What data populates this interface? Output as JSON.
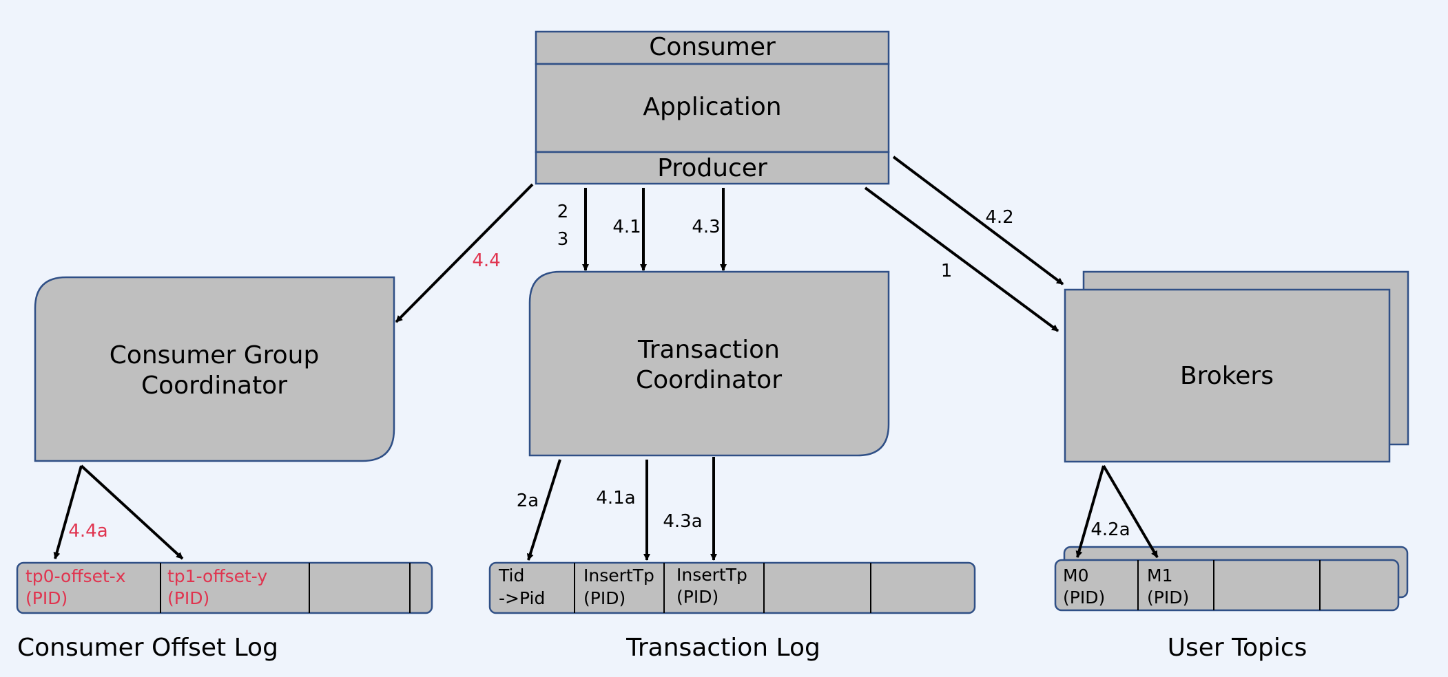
{
  "colors": {
    "background": "#eff4fc",
    "box_fill": "#bfbfbf",
    "box_stroke": "#2f4f86",
    "arrow": "#000000",
    "highlight": "#e0344f",
    "text": "#000000"
  },
  "application": {
    "consumer": "Consumer",
    "application": "Application",
    "producer": "Producer"
  },
  "coordinators": {
    "consumer_group_line1": "Consumer Group",
    "consumer_group_line2": "Coordinator",
    "transaction_line1": "Transaction",
    "transaction_line2": "Coordinator",
    "brokers": "Brokers"
  },
  "arrow_labels": {
    "a2": "2",
    "a3": "3",
    "a41": "4.1",
    "a43": "4.3",
    "a42": "4.2",
    "a1": "1",
    "a44": "4.4",
    "a2a": "2a",
    "a41a": "4.1a",
    "a43a": "4.3a",
    "a44a": "4.4a",
    "a42a": "4.2a"
  },
  "consumer_offset_log": {
    "title": "Consumer Offset Log",
    "cells": [
      {
        "line1": "tp0-offset-x",
        "line2": "(PID)"
      },
      {
        "line1": "tp1-offset-y",
        "line2": "(PID)"
      }
    ]
  },
  "transaction_log": {
    "title": "Transaction Log",
    "cells": [
      {
        "line1": "Tid",
        "line2": "->Pid"
      },
      {
        "line1": "InsertTp",
        "line2": "(PID)"
      },
      {
        "line1": "InsertTp",
        "line2": "(PID)"
      }
    ]
  },
  "user_topics": {
    "title": "User Topics",
    "cells": [
      {
        "line1": "M0",
        "line2": "(PID)"
      },
      {
        "line1": "M1",
        "line2": "(PID)"
      }
    ]
  }
}
